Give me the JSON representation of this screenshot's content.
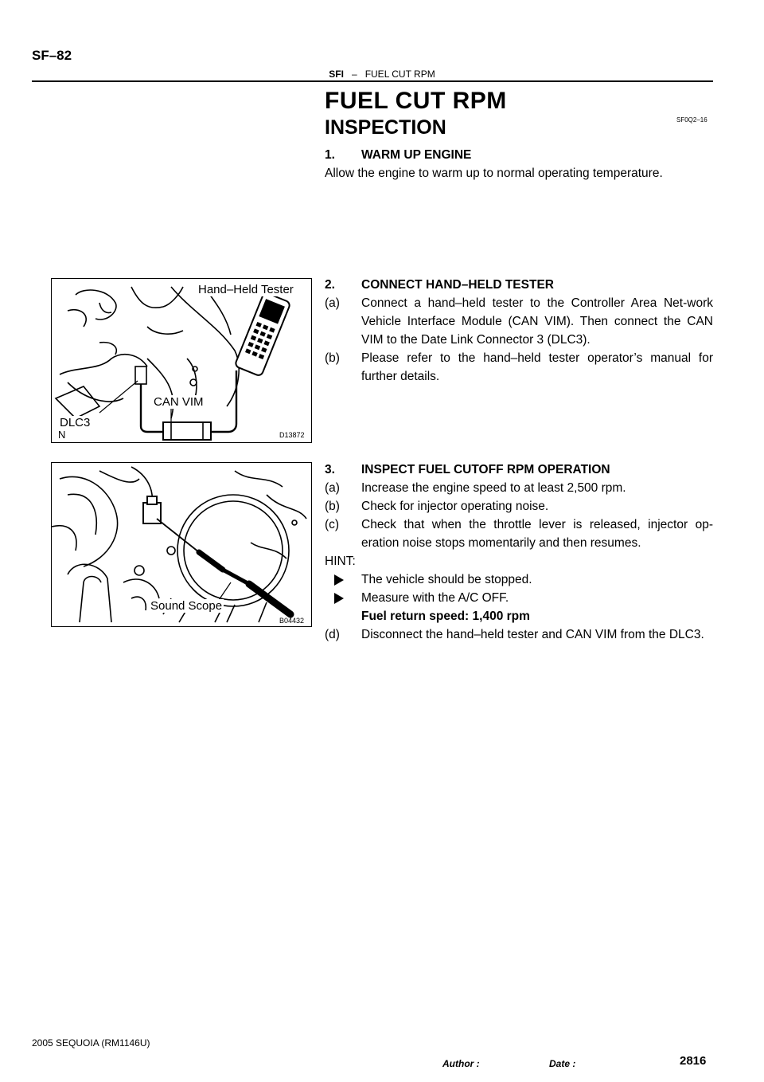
{
  "header": {
    "page_code": "SF–82",
    "section": "SFI",
    "dash": "–",
    "section_title": "FUEL CUT RPM"
  },
  "title": "FUEL CUT RPM",
  "ref_code": "SF0Q2–16",
  "subtitle": "INSPECTION",
  "step1": {
    "num": "1.",
    "title": "WARM UP ENGINE",
    "text": "Allow the engine to warm up to normal operating temperature."
  },
  "step2": {
    "num": "2.",
    "title": "CONNECT HAND–HELD TESTER",
    "items": [
      {
        "label": "(a)",
        "text": "Connect a hand–held tester to the Controller Area Net-work Vehicle Interface Module (CAN VIM). Then connect the CAN VIM to the Date Link Connector 3 (DLC3)."
      },
      {
        "label": "(b)",
        "text": "Please refer to the hand–held tester operator’s manual for further details."
      }
    ]
  },
  "step3": {
    "num": "3.",
    "title": "INSPECT FUEL CUTOFF RPM OPERATION",
    "items": [
      {
        "label": "(a)",
        "text": "Increase the engine speed to at least 2,500 rpm."
      },
      {
        "label": "(b)",
        "text": "Check for injector operating noise."
      },
      {
        "label": "(c)",
        "text": "Check that when the throttle lever is released, injector op-eration noise stops momentarily and then resumes."
      }
    ],
    "hint_label": "HINT:",
    "hints": [
      "The vehicle should be stopped.",
      "Measure with the A/C OFF."
    ],
    "spec": "Fuel return speed: 1,400 rpm",
    "item_d": {
      "label": "(d)",
      "text": "Disconnect the hand–held tester and CAN VIM from the DLC3."
    }
  },
  "figure1": {
    "label_tester": "Hand–Held Tester",
    "label_vim": "CAN VIM",
    "label_dlc": "DLC3",
    "label_n": "N",
    "code": "D13872"
  },
  "figure2": {
    "label_scope": "Sound Scope",
    "code": "B04432"
  },
  "footer": {
    "model": "2005 SEQUOIA   (RM1146U)",
    "author": "Author :",
    "date": "Date :",
    "page": "2816"
  }
}
